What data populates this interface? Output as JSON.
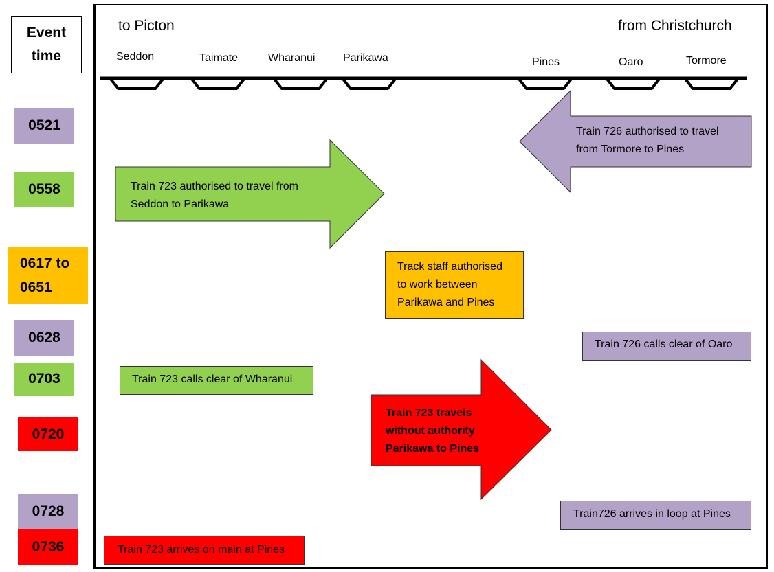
{
  "header": {
    "event_time": "Event time",
    "to_label": "to Picton",
    "from_label": "from Christchurch"
  },
  "stations": [
    "Seddon",
    "Taimate",
    "Wharanui",
    "Parikawa",
    "Pines",
    "Oaro",
    "Tormore"
  ],
  "times": [
    "0521",
    "0558",
    "0617 to 0651",
    "0628",
    "0703",
    "0720",
    "0728",
    "0736"
  ],
  "events": {
    "train726_auth": "Train 726 authorised to travel from Tormore to Pines",
    "train723_auth": "Train 723 authorised to travel from Seddon to Parikawa",
    "track_staff": "Track staff authorised to work between Parikawa and Pines",
    "train726_clear": "Train 726 calls clear of Oaro",
    "train723_clear": "Train 723 calls clear of Wharanui",
    "train723_noauth": "Train 723 travels without authority Parikawa to Pines",
    "train726_arrives": "Train726 arrives in loop at Pines",
    "train723_arrives": "Train 723 arrives on main at Pines"
  },
  "colors": {
    "purple": "#b3a2c7",
    "green": "#92d050",
    "orange": "#ffc000",
    "red": "#ff0000"
  }
}
